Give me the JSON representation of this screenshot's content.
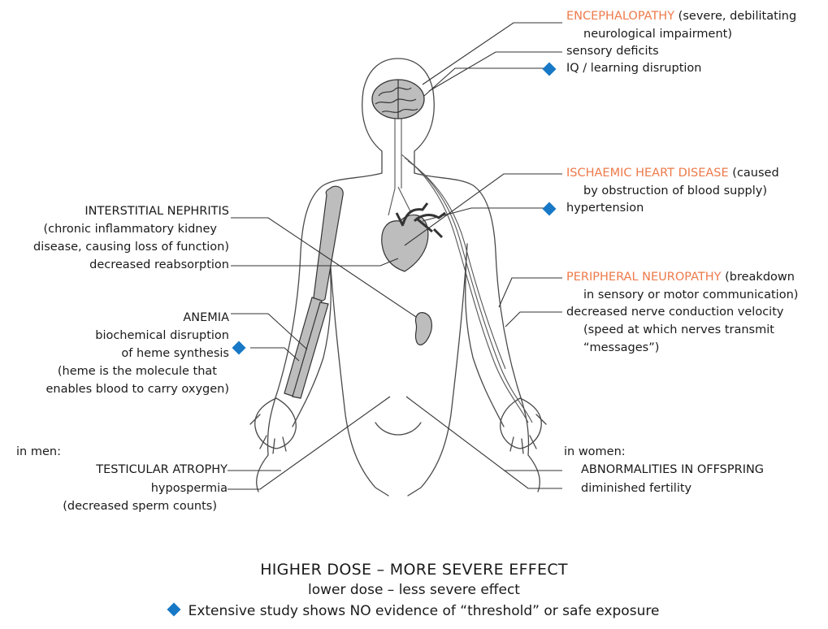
{
  "labels": {
    "encephalopathy": {
      "title": "ENCEPHALOPATHY",
      "desc1": " (severe, debilitating",
      "desc2": "neurological impairment)",
      "sub1": "sensory deficits",
      "sub2": "IQ / learning disruption"
    },
    "heart": {
      "title": "ISCHAEMIC HEART DISEASE",
      "desc1": " (caused",
      "desc2": "by obstruction of blood supply)",
      "sub1": "hypertension"
    },
    "neuropathy": {
      "title": "PERIPHERAL NEUROPATHY",
      "desc1": " (breakdown",
      "desc2": "in sensory or motor communication)",
      "sub1": "decreased nerve conduction velocity",
      "note1": "(speed at which nerves transmit",
      "note2": "“messages”)"
    },
    "nephritis": {
      "title": "INTERSTITIAL NEPHRITIS",
      "desc1": "(chronic inflammatory kidney",
      "desc2": "disease, causing loss of function)",
      "sub1": "decreased reabsorption"
    },
    "anemia": {
      "title": "ANEMIA",
      "sub1": "biochemical disruption",
      "sub2": "of heme synthesis",
      "note1": "(heme is the molecule that",
      "note2": "enables blood to carry oxygen)"
    },
    "men": {
      "intro": "in men:",
      "title": "TESTICULAR ATROPHY",
      "sub1": "hypospermia",
      "note1": "(decreased sperm counts)"
    },
    "women": {
      "intro": "in women:",
      "title": "ABNORMALITIES IN OFFSPRING",
      "sub1": "diminished fertility"
    }
  },
  "legend": {
    "higher": "HIGHER DOSE – MORE SEVERE EFFECT",
    "lower": "lower dose – less severe effect",
    "threshold": "Extensive study shows NO evidence of “threshold” or safe exposure"
  },
  "colors": {
    "severe_text": "#ee7a4a",
    "threshold_marker": "#1778c6",
    "body_outline": "#4a4a4a",
    "organ_fill": "#bdbdbd"
  }
}
